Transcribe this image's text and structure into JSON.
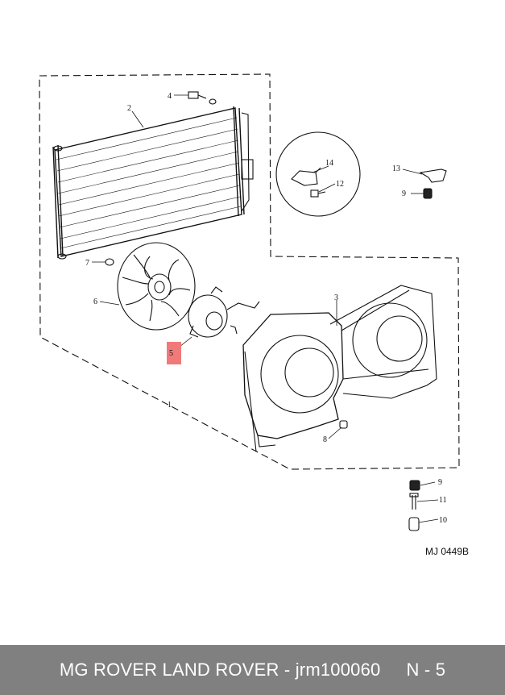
{
  "diagram": {
    "reference_code": "MJ 0449B",
    "callouts": [
      "1",
      "2",
      "3",
      "4",
      "5",
      "6",
      "7",
      "8",
      "9",
      "9",
      "10",
      "11",
      "12",
      "13",
      "14"
    ],
    "highlight_color": "#f07a7a"
  },
  "footer": {
    "title": "MG ROVER LAND ROVER - jrm100060",
    "page": "N - 5",
    "background": "#808080"
  }
}
